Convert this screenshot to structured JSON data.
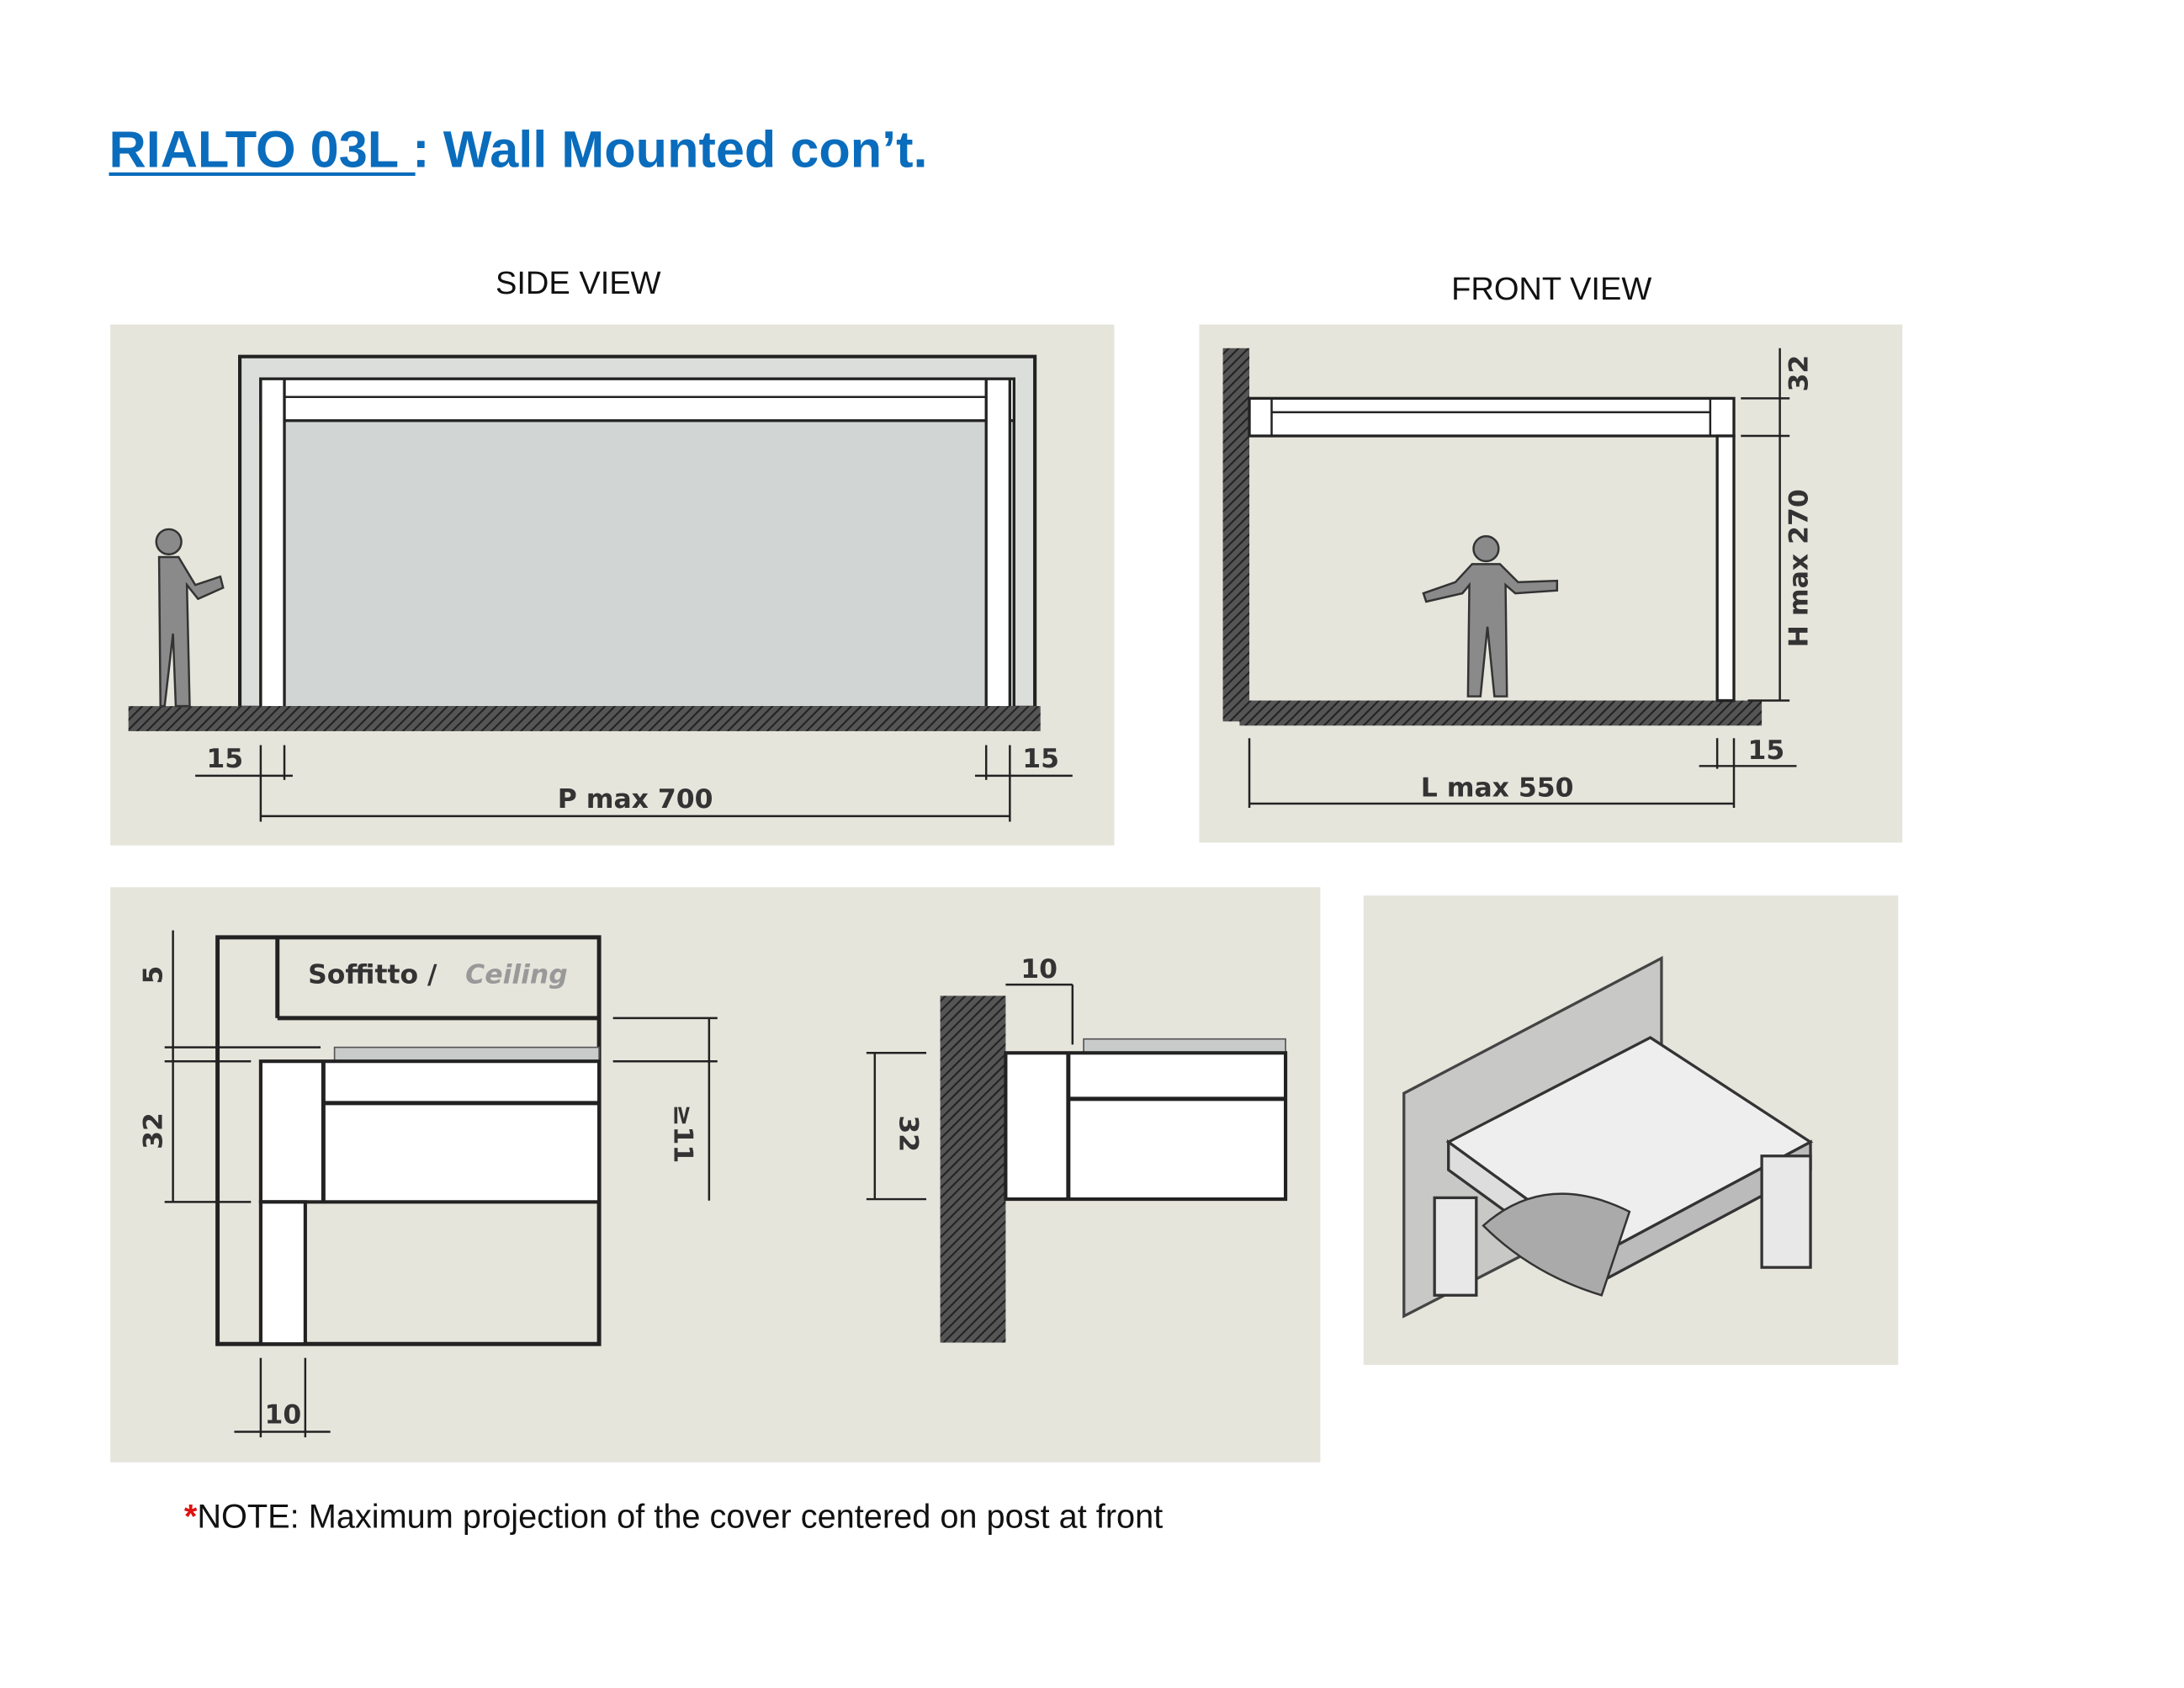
{
  "title": {
    "model": "RIALTO 03L :",
    "subtitle": "Wall Mounted con’t.",
    "color": "#0a6cbc"
  },
  "side_view": {
    "caption": "SIDE VIEW",
    "dim_left": "15",
    "dim_right": "15",
    "projection": "P max 700"
  },
  "front_view": {
    "caption": "FRONT VIEW",
    "dim_top": "32",
    "height": "H max 270",
    "dim_post": "15",
    "length": "L max 550"
  },
  "detail_ceiling": {
    "label_it": "Soffitto /",
    "label_en": "Ceiling",
    "dim_gap": "5",
    "dim_height": "32",
    "dim_clearance": "≥11",
    "dim_post": "10"
  },
  "detail_wall": {
    "dim_gap": "10",
    "dim_height": "32"
  },
  "note": {
    "asterisk": "*",
    "text": "NOTE:  Maximum projection of the cover centered on post at front"
  }
}
